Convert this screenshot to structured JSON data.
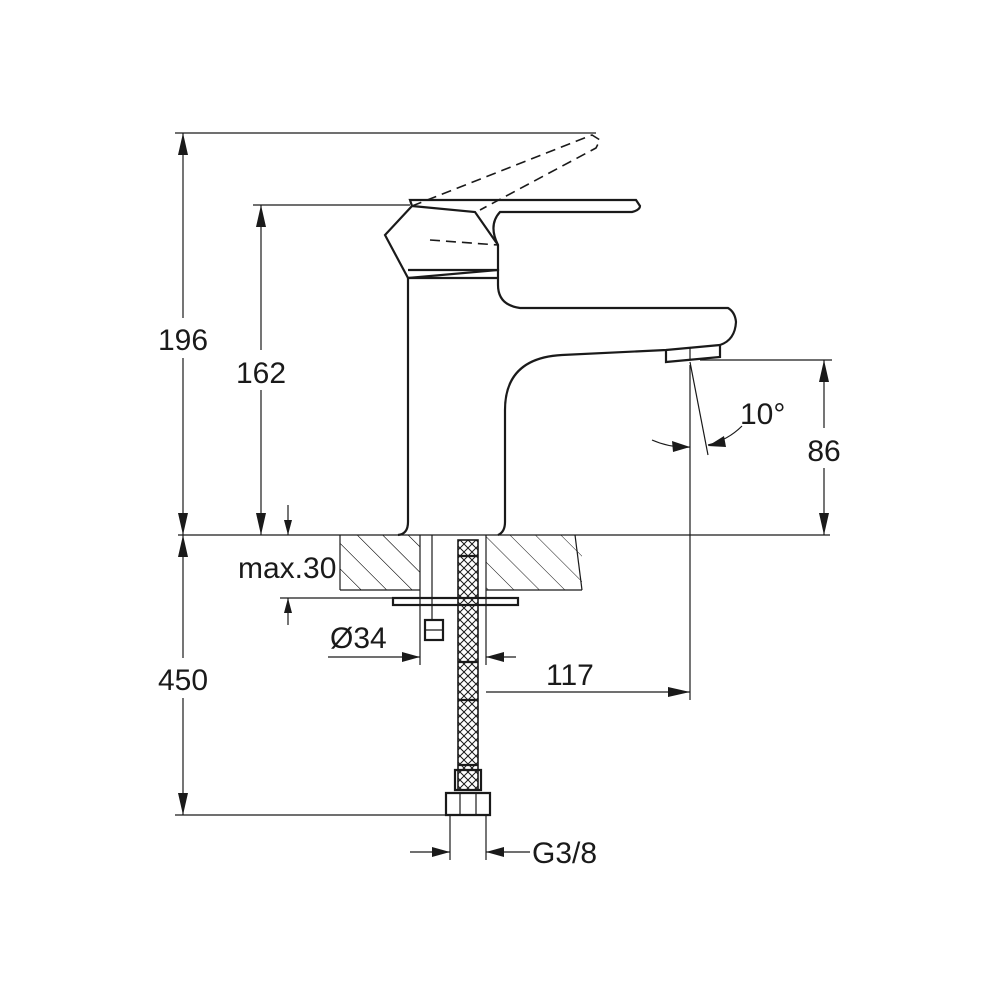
{
  "diagram": {
    "dimensions": {
      "total_height": "196",
      "spout_height": "162",
      "outlet_height": "86",
      "spout_angle": "10°",
      "max_deck_thickness": "max.30",
      "hole_diameter": "Ø34",
      "spout_reach": "117",
      "hose_length": "450",
      "connection_thread": "G3/8"
    },
    "colors": {
      "line": "#1a1a1a",
      "background": "#ffffff"
    }
  }
}
